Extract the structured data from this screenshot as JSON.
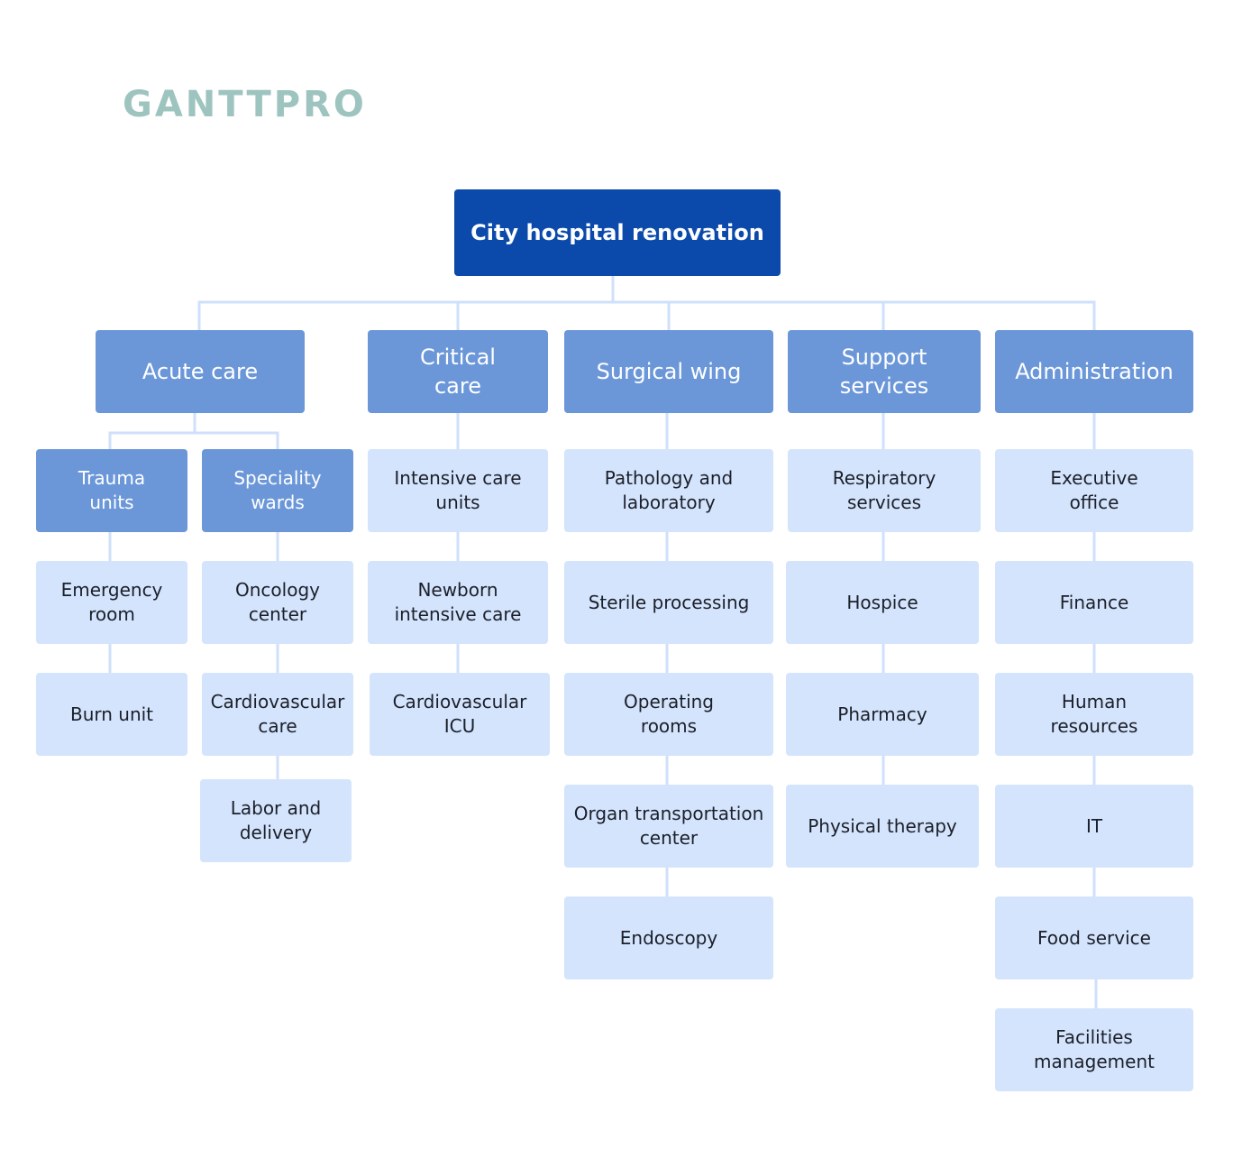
{
  "logo": "GANTTPRO",
  "colors": {
    "root": "#0b4aab",
    "category": "#6b97d9",
    "leaf": "#d4e4fc",
    "connector": "#cfe0fb",
    "logo": "#9ec4bf"
  },
  "tree": {
    "root": "City hospital renovation",
    "acute_care": {
      "label": "Acute care",
      "trauma_units": {
        "label": "Trauma units",
        "items": [
          "Emergency room",
          "Burn unit"
        ]
      },
      "speciality_wards": {
        "label": "Speciality wards",
        "items": [
          "Oncology center",
          "Cardiovascular care",
          "Labor and delivery"
        ]
      }
    },
    "critical_care": {
      "label": "Critical care",
      "items": [
        "Intensive care units",
        "Newborn intensive care",
        "Cardiovascular ICU"
      ]
    },
    "surgical_wing": {
      "label": "Surgical wing",
      "items": [
        "Pathology and laboratory",
        "Sterile processing",
        "Operating rooms",
        "Organ transportation center",
        "Endoscopy"
      ]
    },
    "support_services": {
      "label": "Support services",
      "items": [
        "Respiratory services",
        "Hospice",
        "Pharmacy",
        "Physical therapy"
      ]
    },
    "administration": {
      "label": "Administration",
      "items": [
        "Executive office",
        "Finance",
        "Human resources",
        "IT",
        "Food service",
        "Facilities management"
      ]
    }
  }
}
